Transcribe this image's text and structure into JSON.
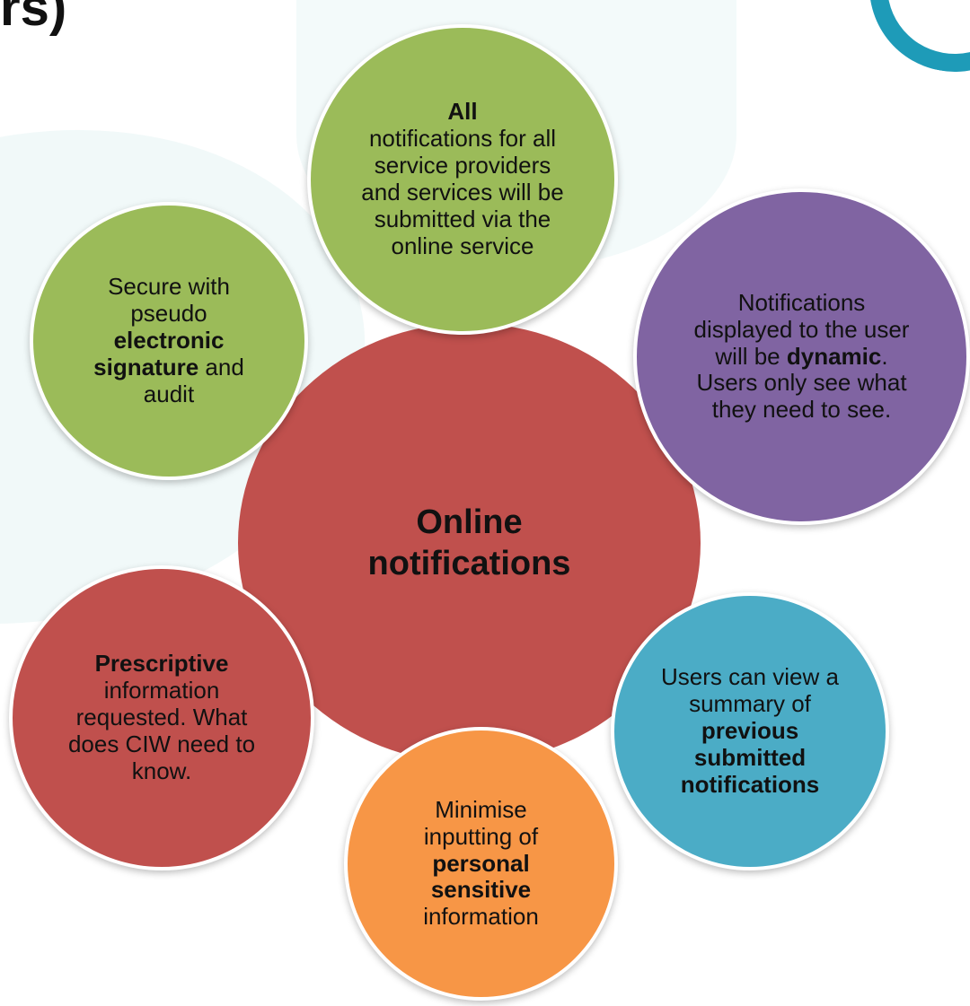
{
  "heading_fragment": "rs)",
  "diagram": {
    "center": {
      "lines": [
        "Online",
        "notifications"
      ]
    },
    "top": {
      "bold": "All",
      "rest": "notifications for all service providers and services will be submitted via the online service"
    },
    "right": {
      "before": "Notifications displayed to the user will be ",
      "bold": "dynamic",
      "after": ". Users only see what they need to see."
    },
    "bottom_right": {
      "before": "Users can view a summary of ",
      "bold": "previous submitted notifications"
    },
    "bottom": {
      "before": "Minimise inputting of ",
      "bold": "personal sensitive",
      "after": " information"
    },
    "bottom_left": {
      "bold": "Prescriptive",
      "after": " information requested. What does CIW need to know."
    },
    "left": {
      "before": "Secure with pseudo ",
      "bold": "electronic signature",
      "after": " and audit"
    }
  },
  "colors": {
    "center": "#c0504d",
    "green": "#9bbb59",
    "purple": "#8064a2",
    "teal": "#4bacc6",
    "orange": "#f79646",
    "red": "#c0504d",
    "logo": "#1e9bb8"
  }
}
